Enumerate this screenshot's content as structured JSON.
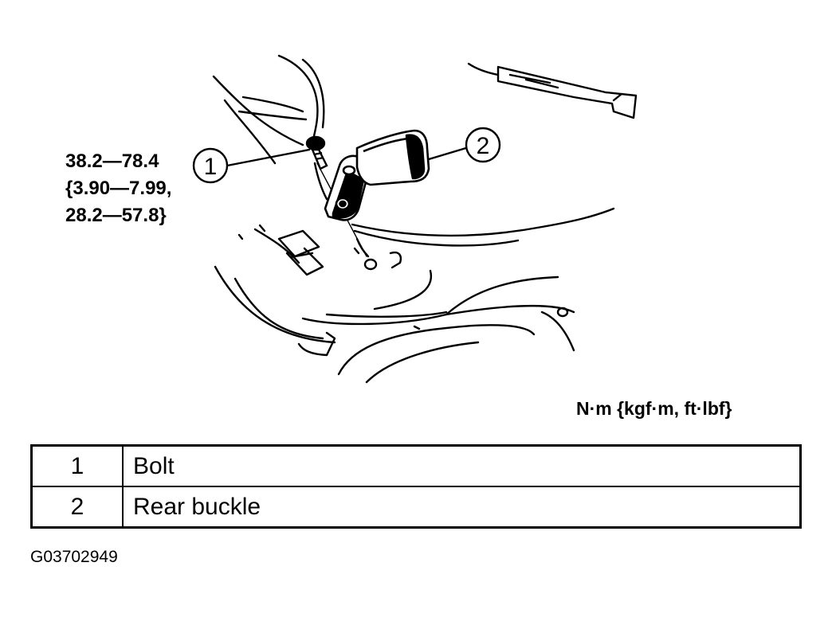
{
  "torque_spec": {
    "line1": "38.2—78.4",
    "line2": "{3.90—7.99,",
    "line3": "28.2—57.8}"
  },
  "callouts": [
    {
      "number": "1"
    },
    {
      "number": "2"
    }
  ],
  "units": "N·m {kgf·m, ft·lbf}",
  "legend": [
    {
      "number": "1",
      "description": "Bolt"
    },
    {
      "number": "2",
      "description": "Rear buckle"
    }
  ],
  "figure_code": "G03702949"
}
